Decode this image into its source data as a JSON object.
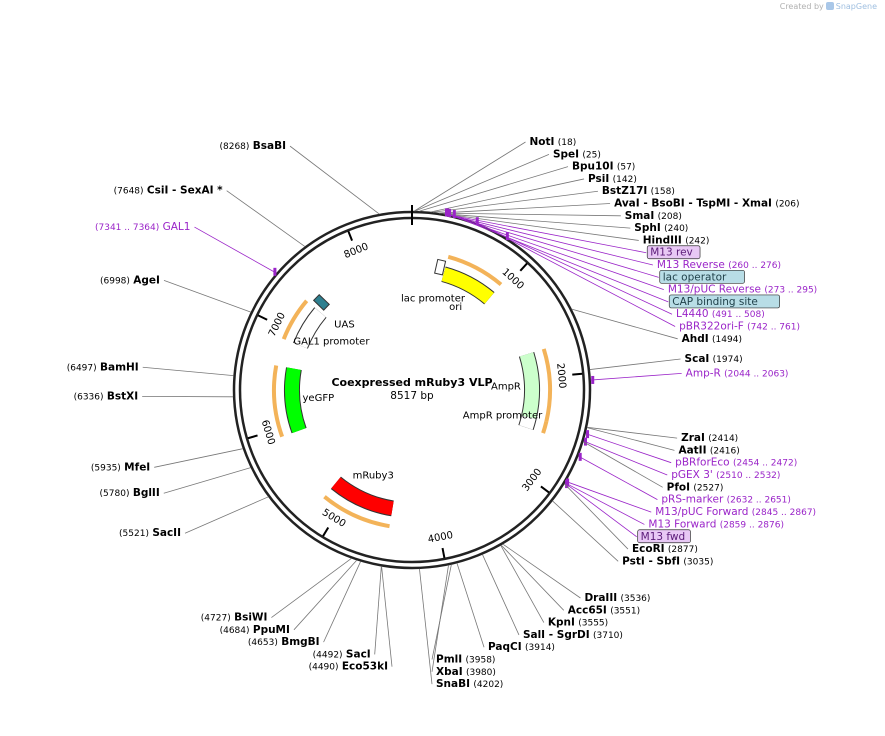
{
  "credit": {
    "prefix": "Created by",
    "brand": "SnapGene"
  },
  "plasmid": {
    "name": "Coexpressed mRuby3 VLP",
    "size": "8517 bp",
    "length": 8517
  },
  "ticks": [
    "1000",
    "2000",
    "3000",
    "4000",
    "5000",
    "6000",
    "7000",
    "8000"
  ],
  "sites": [
    {
      "name": "NotI",
      "pos": "(18)",
      "bp": 18
    },
    {
      "name": "SpeI",
      "pos": "(25)",
      "bp": 25
    },
    {
      "name": "Bpu10I",
      "pos": "(57)",
      "bp": 57
    },
    {
      "name": "PsiI",
      "pos": "(142)",
      "bp": 142
    },
    {
      "name": "BstZ17I",
      "pos": "(158)",
      "bp": 158
    },
    {
      "name": "AvaI - BsoBI - TspMI - XmaI",
      "pos": "(206)",
      "bp": 206
    },
    {
      "name": "SmaI",
      "pos": "(208)",
      "bp": 208
    },
    {
      "name": "SphI",
      "pos": "(240)",
      "bp": 240
    },
    {
      "name": "HindIII",
      "pos": "(242)",
      "bp": 242
    },
    {
      "name": "AhdI",
      "pos": "(1494)",
      "bp": 1494
    },
    {
      "name": "ScaI",
      "pos": "(1974)",
      "bp": 1974
    },
    {
      "name": "ZraI",
      "pos": "(2414)",
      "bp": 2414
    },
    {
      "name": "AatII",
      "pos": "(2416)",
      "bp": 2416
    },
    {
      "name": "PfoI",
      "pos": "(2527)",
      "bp": 2527
    },
    {
      "name": "EcoRI",
      "pos": "(2877)",
      "bp": 2877
    },
    {
      "name": "PstI - SbfI",
      "pos": "(3035)",
      "bp": 3035
    },
    {
      "name": "DraIII",
      "pos": "(3536)",
      "bp": 3536
    },
    {
      "name": "Acc65I",
      "pos": "(3551)",
      "bp": 3551
    },
    {
      "name": "KpnI",
      "pos": "(3555)",
      "bp": 3555
    },
    {
      "name": "SalI - SgrDI",
      "pos": "(3710)",
      "bp": 3710
    },
    {
      "name": "PaqCI",
      "pos": "(3914)",
      "bp": 3914
    },
    {
      "name": "PmlI",
      "pos": "(3958)",
      "bp": 3958
    },
    {
      "name": "XbaI",
      "pos": "(3980)",
      "bp": 3980
    },
    {
      "name": "SnaBI",
      "pos": "(4202)",
      "bp": 4202
    },
    {
      "name": "Eco53kI",
      "pos": "(4490)",
      "bp": 4490
    },
    {
      "name": "SacI",
      "pos": "(4492)",
      "bp": 4492
    },
    {
      "name": "BmgBI",
      "pos": "(4653)",
      "bp": 4653
    },
    {
      "name": "PpuMI",
      "pos": "(4684)",
      "bp": 4684
    },
    {
      "name": "BsiWI",
      "pos": "(4727)",
      "bp": 4727
    },
    {
      "name": "SacII",
      "pos": "(5521)",
      "bp": 5521
    },
    {
      "name": "BglII",
      "pos": "(5780)",
      "bp": 5780
    },
    {
      "name": "MfeI",
      "pos": "(5935)",
      "bp": 5935
    },
    {
      "name": "BstXI",
      "pos": "(6336)",
      "bp": 6336
    },
    {
      "name": "BamHI",
      "pos": "(6497)",
      "bp": 6497
    },
    {
      "name": "AgeI",
      "pos": "(6998)",
      "bp": 6998
    },
    {
      "name": "CsiI - SexAI *",
      "pos": "(7648)",
      "bp": 7648
    },
    {
      "name": "BsaBI",
      "pos": "(8268)",
      "bp": 8268
    }
  ],
  "primers": [
    {
      "name": "M13 rev",
      "pos": "",
      "bp": 260,
      "boxed": true
    },
    {
      "name": "M13 Reverse",
      "pos": "(260 .. 276)",
      "bp": 268
    },
    {
      "name": "lac operator",
      "pos": "",
      "bp": 282,
      "boxed": true
    },
    {
      "name": "M13/pUC Reverse",
      "pos": "(273 .. 295)",
      "bp": 284
    },
    {
      "name": "CAP binding site",
      "pos": "",
      "bp": 320,
      "boxed": true
    },
    {
      "name": "L4440",
      "pos": "(491 .. 508)",
      "bp": 500
    },
    {
      "name": "pBR322ori-F",
      "pos": "(742 .. 761)",
      "bp": 752
    },
    {
      "name": "Amp-R",
      "pos": "(2044 .. 2063)",
      "bp": 2054
    },
    {
      "name": "pBRforEco",
      "pos": "(2454 .. 2472)",
      "bp": 2463
    },
    {
      "name": "pGEX 3'",
      "pos": "(2510 .. 2532)",
      "bp": 2521
    },
    {
      "name": "pRS-marker",
      "pos": "(2632 .. 2651)",
      "bp": 2642
    },
    {
      "name": "M13/pUC Forward",
      "pos": "(2845 .. 2867)",
      "bp": 2856
    },
    {
      "name": "M13 Forward",
      "pos": "(2859 .. 2876)",
      "bp": 2868
    },
    {
      "name": "M13 fwd",
      "pos": "",
      "bp": 2870,
      "boxed": true
    },
    {
      "name": "GAL1",
      "pos": "(7341 .. 7364)",
      "bp": 7352
    }
  ],
  "features": [
    {
      "name": "ori",
      "start": 360,
      "end": 950,
      "color": "#ffff00",
      "dir": "ccw"
    },
    {
      "name": "AmpR",
      "start": 1720,
      "end": 2440,
      "color": "#ccffcc",
      "dir": "ccw"
    },
    {
      "name": "AmpR promoter",
      "start": 2440,
      "end": 2560,
      "color": "#ffffff",
      "dir": "ccw"
    },
    {
      "name": "mRuby3",
      "start": 4480,
      "end": 5190,
      "color": "#ff0000",
      "dir": "cw"
    },
    {
      "name": "yeGFP",
      "start": 5920,
      "end": 6630,
      "color": "#00ff00",
      "dir": "ccw"
    },
    {
      "name": "GAL1 promoter",
      "start": 6900,
      "end": 7340,
      "color": "#ffffff",
      "dir": "ccw"
    },
    {
      "name": "UAS",
      "start": 7400,
      "end": 7460,
      "color": "#2e7f8f",
      "dir": "none"
    },
    {
      "name": "lac promoter",
      "start": 290,
      "end": 320,
      "color": "#ffffff",
      "dir": "none"
    }
  ],
  "colors": {
    "restriction": "#000000",
    "primer": "#9a24c8",
    "backbone": "#222222",
    "orf": "#f0a030"
  }
}
